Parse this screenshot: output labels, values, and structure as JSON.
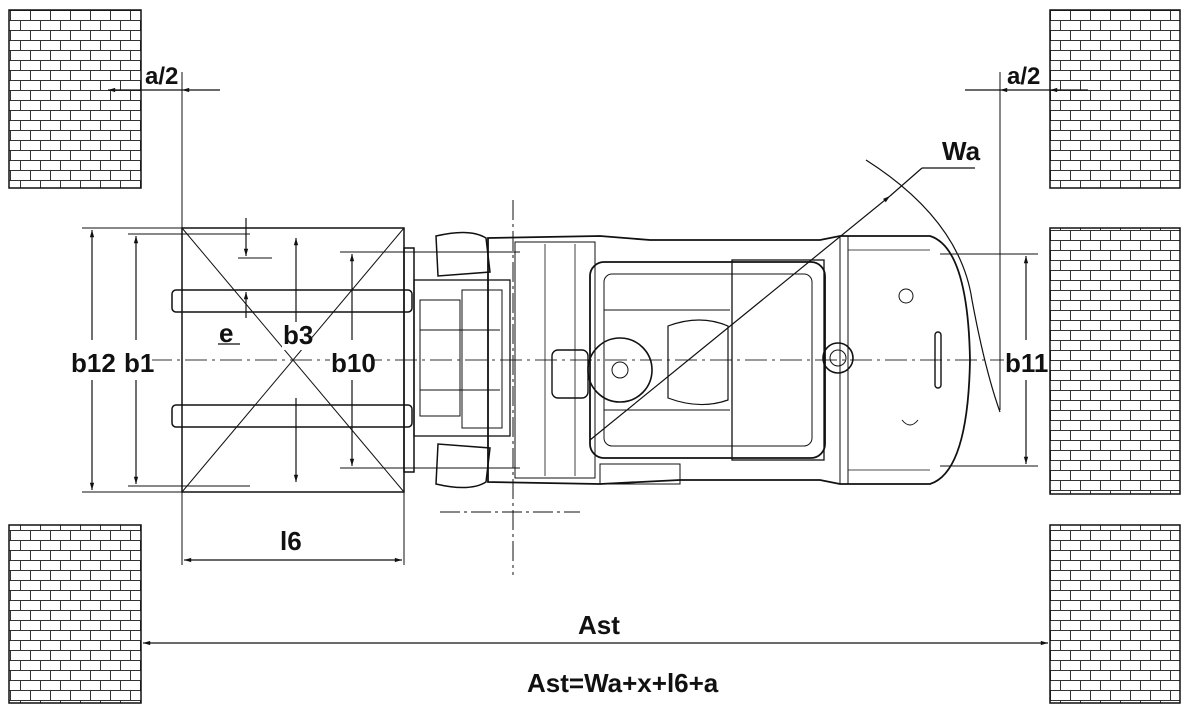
{
  "labels": {
    "half_a_left": "a/2",
    "half_a_right": "a/2",
    "wa": "Wa",
    "e": "e",
    "b3": "b3",
    "b12": "b12",
    "b1": "b1",
    "b10": "b10",
    "b11": "b11",
    "l6": "l6",
    "ast": "Ast",
    "formula": "Ast=Wa+x+l6+a"
  },
  "colors": {
    "line": "#111111",
    "background": "#ffffff"
  }
}
